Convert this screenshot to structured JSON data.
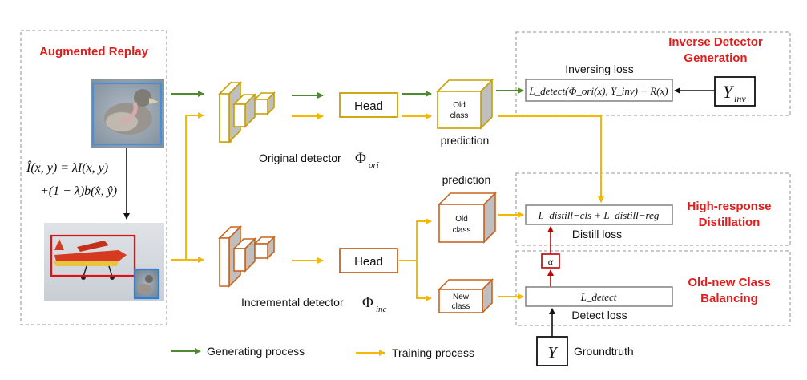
{
  "sections": {
    "augmented_replay": "Augmented Replay",
    "inverse_title_1": "Inverse Detector",
    "inverse_title_2": "Generation",
    "distill_title_1": "High-response",
    "distill_title_2": "Distillation",
    "balance_title_1": "Old-new Class",
    "balance_title_2": "Balancing"
  },
  "replay": {
    "formula_line1": "Î(x, y) = λI(x, y)",
    "formula_line2": "+(1 − λ)b(x̂, ŷ)"
  },
  "detectors": {
    "original_label": "Original detector",
    "original_symbol": "Φ",
    "original_sub": "ori",
    "incremental_label": "Incremental detector",
    "incremental_symbol": "Φ",
    "incremental_sub": "inc",
    "head_top": "Head",
    "head_bottom": "Head"
  },
  "predictions": {
    "top_label": "prediction",
    "bottom_label": "prediction",
    "old_class_top_1": "Old",
    "old_class_top_2": "class",
    "old_class_bottom_1": "Old",
    "old_class_bottom_2": "class",
    "new_class_1": "New",
    "new_class_2": "class"
  },
  "losses": {
    "inversing_title": "Inversing loss",
    "inversing_formula": "L_detect(Φ_ori(x), Y_inv) + R(x)",
    "y_inv": "Y",
    "y_inv_sub": "inv",
    "distill_formula": "L_distill−cls + L_distill−reg",
    "distill_title": "Distill loss",
    "alpha": "α",
    "detect_formula": "L_detect",
    "detect_title": "Detect loss",
    "y": "Y",
    "groundtruth": "Groundtruth"
  },
  "legend": {
    "generating": "Generating process",
    "training": "Training process"
  },
  "colors": {
    "generating": "#4e8a2e",
    "training": "#f5b800",
    "original_detector": "#c8a000",
    "incremental_detector": "#c8641e",
    "section_title": "#e31b1b",
    "alpha_box": "#c00000"
  }
}
